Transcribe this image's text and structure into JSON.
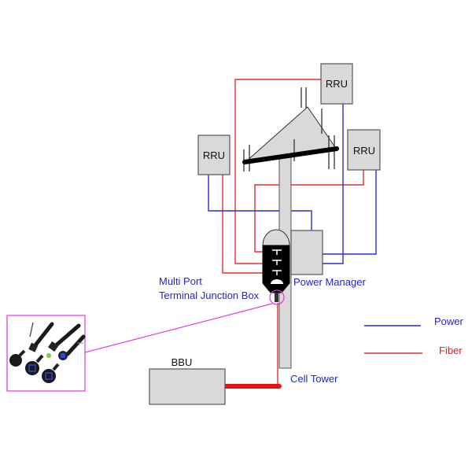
{
  "diagram": {
    "title": "Cell tower fiber/power connection diagram",
    "colors": {
      "power": "#2b2bd6",
      "fiber": "#e03030",
      "callout": "#e040e0",
      "box_fill": "#d9d9d9",
      "label_blue": "#2424d0",
      "label_red": "#e02020"
    },
    "nodes": {
      "rru_left": "RRU",
      "rru_top": "RRU",
      "rru_right": "RRU",
      "bbu": "BBU",
      "power_manager": "Power Manager",
      "junction_box_line1": "Multi Port",
      "junction_box_line2": "Terminal Junction Box",
      "cell_tower": "Cell Tower"
    },
    "legend": [
      {
        "label": "Power",
        "color": "#2b2bd6"
      },
      {
        "label": "Fiber",
        "color": "#e03030"
      }
    ],
    "inset": {
      "description": "hardened fiber optic connectors (photo)",
      "connector_icons": [
        "connector-black",
        "connector-green",
        "connector-blue"
      ]
    }
  }
}
